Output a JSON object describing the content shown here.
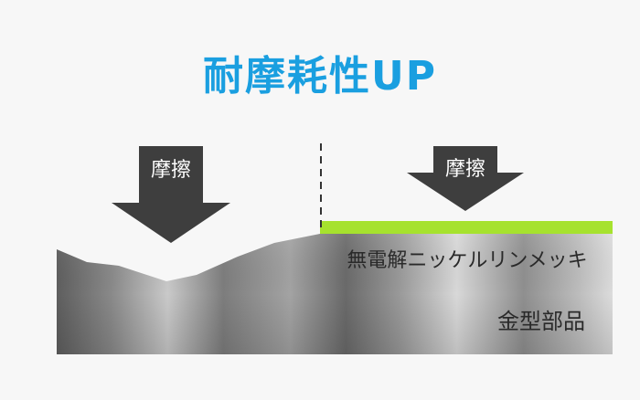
{
  "title": "耐摩耗性UP",
  "left_arrow": {
    "label": "摩擦"
  },
  "right_arrow": {
    "label": "摩擦"
  },
  "coating_label": "無電解ニッケルリンメッキ",
  "part_label": "金型部品",
  "colors": {
    "title": "#1a9fe0",
    "arrow": "#3e3e3e",
    "arrow_text": "#ffffff",
    "coating": "#a6e22e",
    "label_text": "#2a2a2a",
    "metal_dark": "#5a5a5a",
    "metal_light": "#d4d4d4",
    "divider": "#333333",
    "background": "#f7f7f7"
  }
}
